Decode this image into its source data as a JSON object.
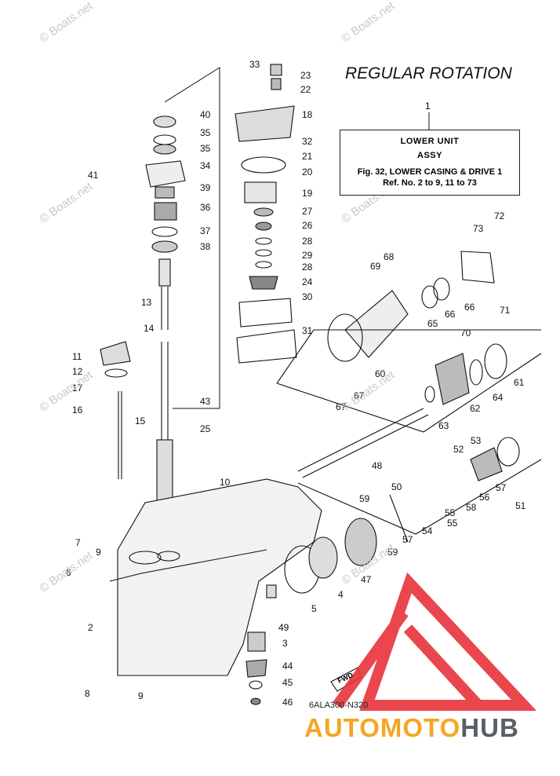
{
  "diagram": {
    "title": "REGULAR ROTATION",
    "info_box": {
      "ref_number": "1",
      "line1": "LOWER UNIT",
      "line2": "ASSY",
      "line3": "Fig. 32, LOWER CASING & DRIVE 1",
      "line4": "Ref. No. 2 to 9, 11 to 73"
    },
    "drawing_code": "6ALA300-N320",
    "fwd_label": "FWD",
    "watermark_text": "© Boats.net",
    "brand": {
      "part1": "AUTOMOTO",
      "part2": "HUB"
    },
    "colors": {
      "brand_orange": "#f4a623",
      "brand_gray": "#5a5f66",
      "triangle_red": "#e8333a"
    }
  },
  "part_labels": [
    "33",
    "23",
    "22",
    "40",
    "18",
    "35",
    "32",
    "35",
    "21",
    "34",
    "41",
    "20",
    "39",
    "19",
    "36",
    "27",
    "26",
    "37",
    "28",
    "38",
    "29",
    "28",
    "24",
    "30",
    "13",
    "14",
    "31",
    "11",
    "12",
    "17",
    "43",
    "16",
    "15",
    "25",
    "10",
    "7",
    "9",
    "6",
    "2",
    "49",
    "3",
    "44",
    "45",
    "8",
    "9",
    "46",
    "1",
    "72",
    "73",
    "68",
    "69",
    "66",
    "66",
    "71",
    "65",
    "70",
    "60",
    "61",
    "64",
    "67",
    "67",
    "62",
    "63",
    "48",
    "53",
    "52",
    "57",
    "51",
    "50",
    "59",
    "58",
    "56",
    "55",
    "55",
    "54",
    "57",
    "59",
    "47",
    "4",
    "5"
  ]
}
